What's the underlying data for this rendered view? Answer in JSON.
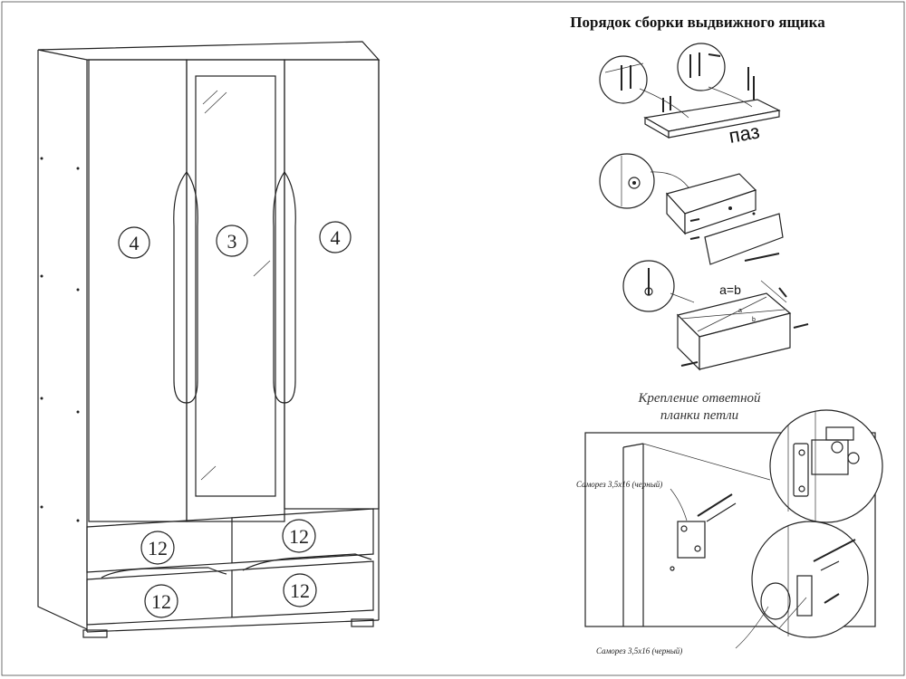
{
  "title": "Порядок сборки выдвижного ящика",
  "wardrobe": {
    "door_left_label": "4",
    "door_center_label": "3",
    "door_right_label": "4",
    "drawer_top_left_label": "12",
    "drawer_top_right_label": "12",
    "drawer_bottom_left_label": "12",
    "drawer_bottom_right_label": "12"
  },
  "drawer_steps": {
    "groove_label": "паз",
    "equal_label": "a=b",
    "diag_a": "a",
    "diag_b": "b"
  },
  "hinge_section": {
    "title_line1": "Крепление ответной",
    "title_line2": "планки петли",
    "screw_note_top": "Саморез 3,5х16 (черный)",
    "screw_note_bottom": "Саморез 3,5х16 (черный)"
  }
}
